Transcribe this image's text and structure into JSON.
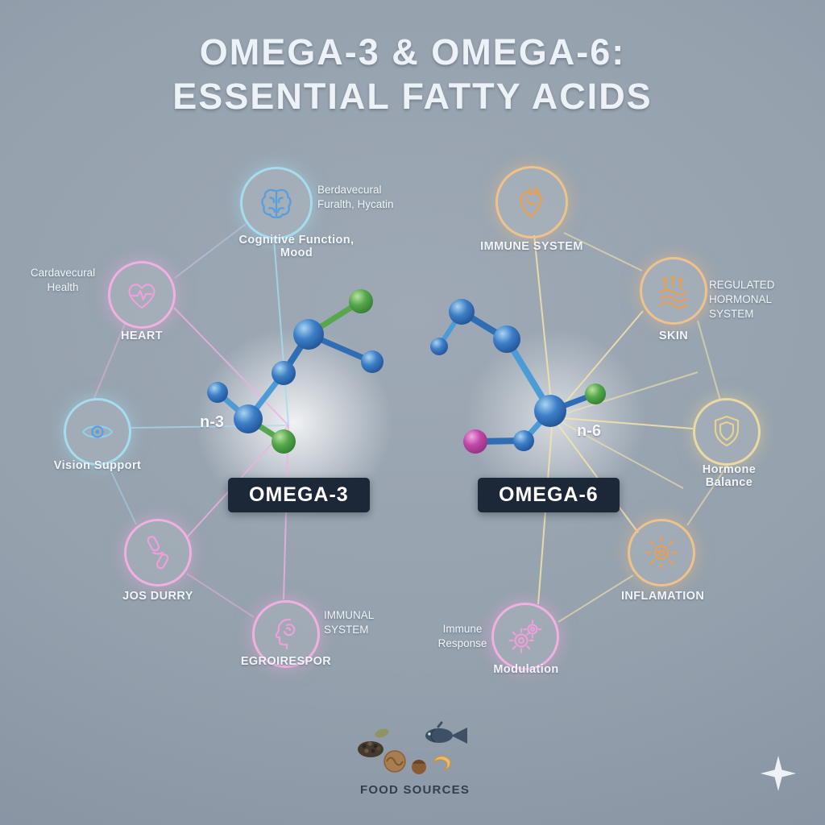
{
  "title": {
    "line1": "OMEGA-3 & OMEGA-6:",
    "line2": "ESSENTIAL FATTY ACIDS"
  },
  "omega3": {
    "badge": "OMEGA-3",
    "bond_label": "n-3",
    "benefits": {
      "cognitive": {
        "icon": "brain-icon",
        "note": "Berdavecural Furalth, Hycatin",
        "label": "Cognitive Function, Mood"
      },
      "heart": {
        "icon": "heart-pulse-icon",
        "note": "Cardavecural Health",
        "label": "HEART"
      },
      "vision": {
        "icon": "eye-icon",
        "label": "Vision Support"
      },
      "joints": {
        "icon": "joint-icon",
        "label": "JOS DURRY"
      },
      "immune": {
        "icon": "head-profile-icon",
        "note": "IMMUNAL SYSTEM",
        "label": "EGROIRESPOR"
      }
    }
  },
  "omega6": {
    "badge": "OMEGA-6",
    "bond_label": "n-6",
    "benefits": {
      "immune_system": {
        "icon": "anatomical-heart-icon",
        "label": "IMMUNE SYSTEM"
      },
      "skin": {
        "icon": "skin-layers-icon",
        "note": "REGULATED HORMONAL SYSTEM",
        "label": "SKIN"
      },
      "hormone_balance": {
        "icon": "shield-icon",
        "label": "Hormone Balance"
      },
      "inflammation": {
        "icon": "sun-burst-icon",
        "label": "INFLAMATION"
      },
      "immune_response": {
        "icon": "gears-icon",
        "note": "Immune Response",
        "label": "Modulation"
      }
    }
  },
  "footer": {
    "food_label": "FOOD SOURCES"
  },
  "colors": {
    "background": "#939fab",
    "accent_cyan": "#a5dcef",
    "accent_pink": "#f0b0e2",
    "accent_orange": "#eec28a",
    "accent_yellow": "#ead9a0",
    "badge_background": "#1c2737",
    "atom_blue": "#2f6db5",
    "atom_green": "#57a84c",
    "atom_magenta": "#c048a8",
    "text_light": "#f2f6f9",
    "text_dark": "#333f4c"
  }
}
